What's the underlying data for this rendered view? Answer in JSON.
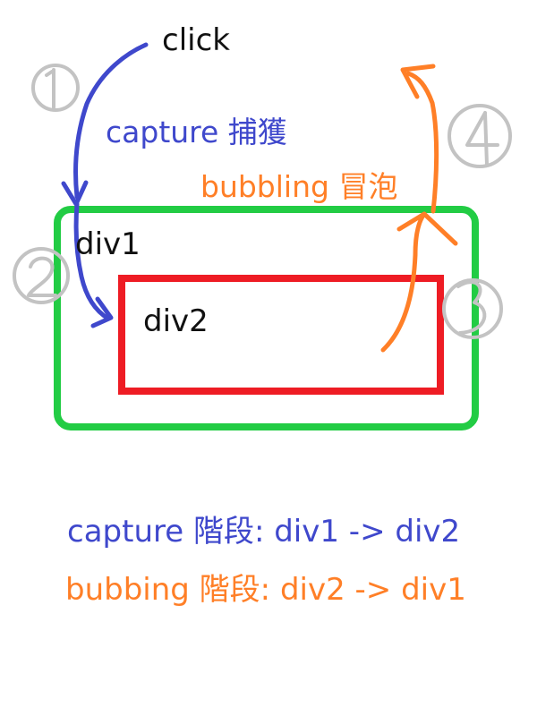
{
  "colors": {
    "capture": "#3f48cc",
    "bubbling": "#ff7f27",
    "outer_box": "#22cc44",
    "inner_box": "#ee1c24",
    "step_marks": "#c3c3c3",
    "text": "#111111"
  },
  "labels": {
    "click": "click",
    "capture": "capture 捕獲",
    "bubbling": "bubbling 冒泡",
    "outer_box": "div1",
    "inner_box": "div2"
  },
  "step_numbers": [
    "1",
    "2",
    "3",
    "4"
  ],
  "summary": {
    "capture_line": "capture 階段:  div1 -> div2",
    "bubbling_line": "bubbing 階段: div2 -> div1"
  }
}
